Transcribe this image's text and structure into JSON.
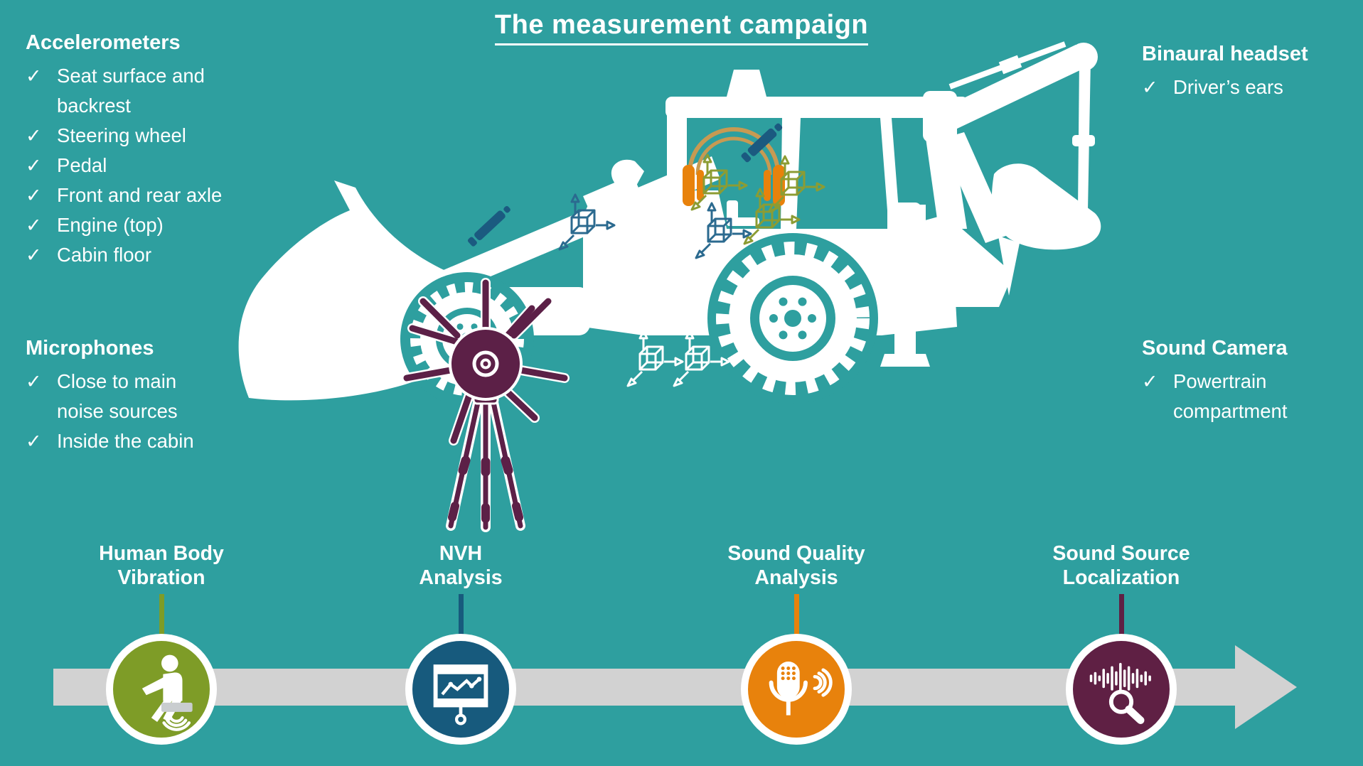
{
  "title": "The measurement campaign",
  "icons": {
    "check": "✓"
  },
  "colors": {
    "background": "#2E9F9F",
    "vehicle": "#FFFFFF",
    "timeline_gray": "#D2D2D2",
    "hbv_green": "#7E9C27",
    "nvh_blue": "#175A7D",
    "sq_orange": "#E8820C",
    "ssl_plum": "#5F2044",
    "marker_wand_blue": "#1B5A80",
    "marker_cube_olive": "#8C9C33",
    "marker_cube_blue": "#2B6A8F",
    "marker_cube_white": "#FFFFFF",
    "headband_tan": "#C79A52",
    "sound_camera_plum": "#5C2047",
    "seat_gray": "#C9CDCF"
  },
  "sections": {
    "accelerometers": {
      "heading": "Accelerometers",
      "items": [
        "Seat surface and backrest",
        "Steering wheel",
        "Pedal",
        "Front and rear axle",
        "Engine (top)",
        "Cabin floor"
      ]
    },
    "microphones": {
      "heading": "Microphones",
      "items": [
        "Close to main noise sources",
        "Inside the cabin"
      ]
    },
    "binaural_headset": {
      "heading": "Binaural headset",
      "items": [
        "Driver’s ears"
      ]
    },
    "sound_camera": {
      "heading": "Sound Camera",
      "items": [
        "Powertrain compartment"
      ]
    }
  },
  "vehicle": {
    "silhouette": "backhoe-loader",
    "markers": [
      {
        "name": "headphones-icon",
        "color": "#E8820C",
        "count": 1
      },
      {
        "name": "microphone-wand-icon",
        "color": "#1B5A80",
        "count": 2
      },
      {
        "name": "accelerometer-triad-icon",
        "colors": [
          "#8C9C33",
          "#2B6A8F",
          "#FFFFFF"
        ],
        "count": 7
      },
      {
        "name": "spherical-array-icon",
        "color": "#5C2047",
        "count": 1
      }
    ]
  },
  "timeline": {
    "milestones": [
      {
        "line1": "Human Body",
        "line2": "Vibration",
        "color": "#7E9C27",
        "icon": "human-body-vibration-icon"
      },
      {
        "line1": "NVH",
        "line2": "Analysis",
        "color": "#175A7D",
        "icon": "nvh-analysis-icon"
      },
      {
        "line1": "Sound Quality",
        "line2": "Analysis",
        "color": "#E8820C",
        "icon": "sound-quality-analysis-icon"
      },
      {
        "line1": "Sound Source",
        "line2": "Localization",
        "color": "#5F2044",
        "icon": "sound-source-localization-icon"
      }
    ]
  }
}
